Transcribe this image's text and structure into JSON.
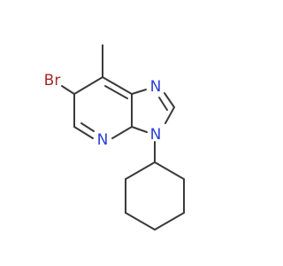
{
  "molecule": {
    "atoms": [
      {
        "id": "br",
        "label": "Br",
        "color": "#a52a2a"
      },
      {
        "id": "n1",
        "label": "N",
        "color": "#2b3fd1"
      },
      {
        "id": "n3",
        "label": "N",
        "color": "#2b3fd1"
      },
      {
        "id": "n4",
        "label": "N",
        "color": "#2b3fd1"
      }
    ],
    "bond_color": "#3a3a3a"
  }
}
